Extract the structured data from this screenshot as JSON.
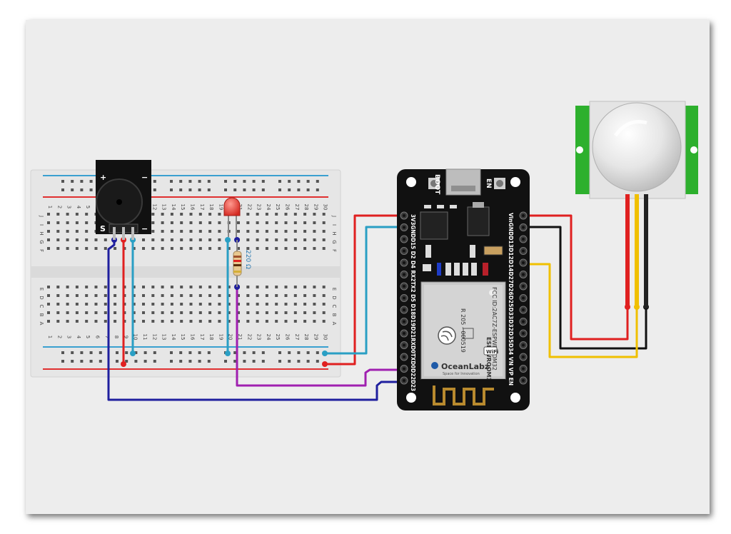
{
  "breadboard": {
    "row_labels_top": [
      "J",
      "I",
      "H",
      "G",
      "F"
    ],
    "row_labels_bottom": [
      "E",
      "D",
      "C",
      "B",
      "A"
    ],
    "column_numbers": [
      "1",
      "2",
      "3",
      "4",
      "5",
      "6",
      "7",
      "8",
      "9",
      "10",
      "11",
      "12",
      "13",
      "14",
      "15",
      "16",
      "17",
      "18",
      "19",
      "20",
      "21",
      "22",
      "23",
      "24",
      "25",
      "26",
      "27",
      "28",
      "29",
      "30"
    ]
  },
  "buzzer": {
    "plus_label": "+",
    "minus_label": "−",
    "s_label": "S",
    "pin_minus_label": "−"
  },
  "resistor": {
    "value_label": "220 Ω"
  },
  "esp32": {
    "boot_label": "BOOT",
    "en_label": "EN",
    "left_pins": "3V3GNDD15 D2 D4 RX2TX2 D5 D18D19D21RXD0TXD0D22D23",
    "right_pins": "VinGNDD13D12D14D27D26D25D33D32D35D34 VN VP EN",
    "module_fcc": "FCC ID:2AC7Z-ESPWROOM32",
    "module_cert": "R 205 - 000519",
    "module_name": "ESP-WROOM32",
    "brand": "OceanLabz",
    "tagline": "Space for Innovation",
    "wifi_badge": "WiFi"
  },
  "wire_colors": {
    "red": "#e02020",
    "blue": "#2a9fc4",
    "navy": "#1f1f9e",
    "purple": "#a020b0",
    "black": "#111111",
    "yellow": "#f0c000"
  }
}
